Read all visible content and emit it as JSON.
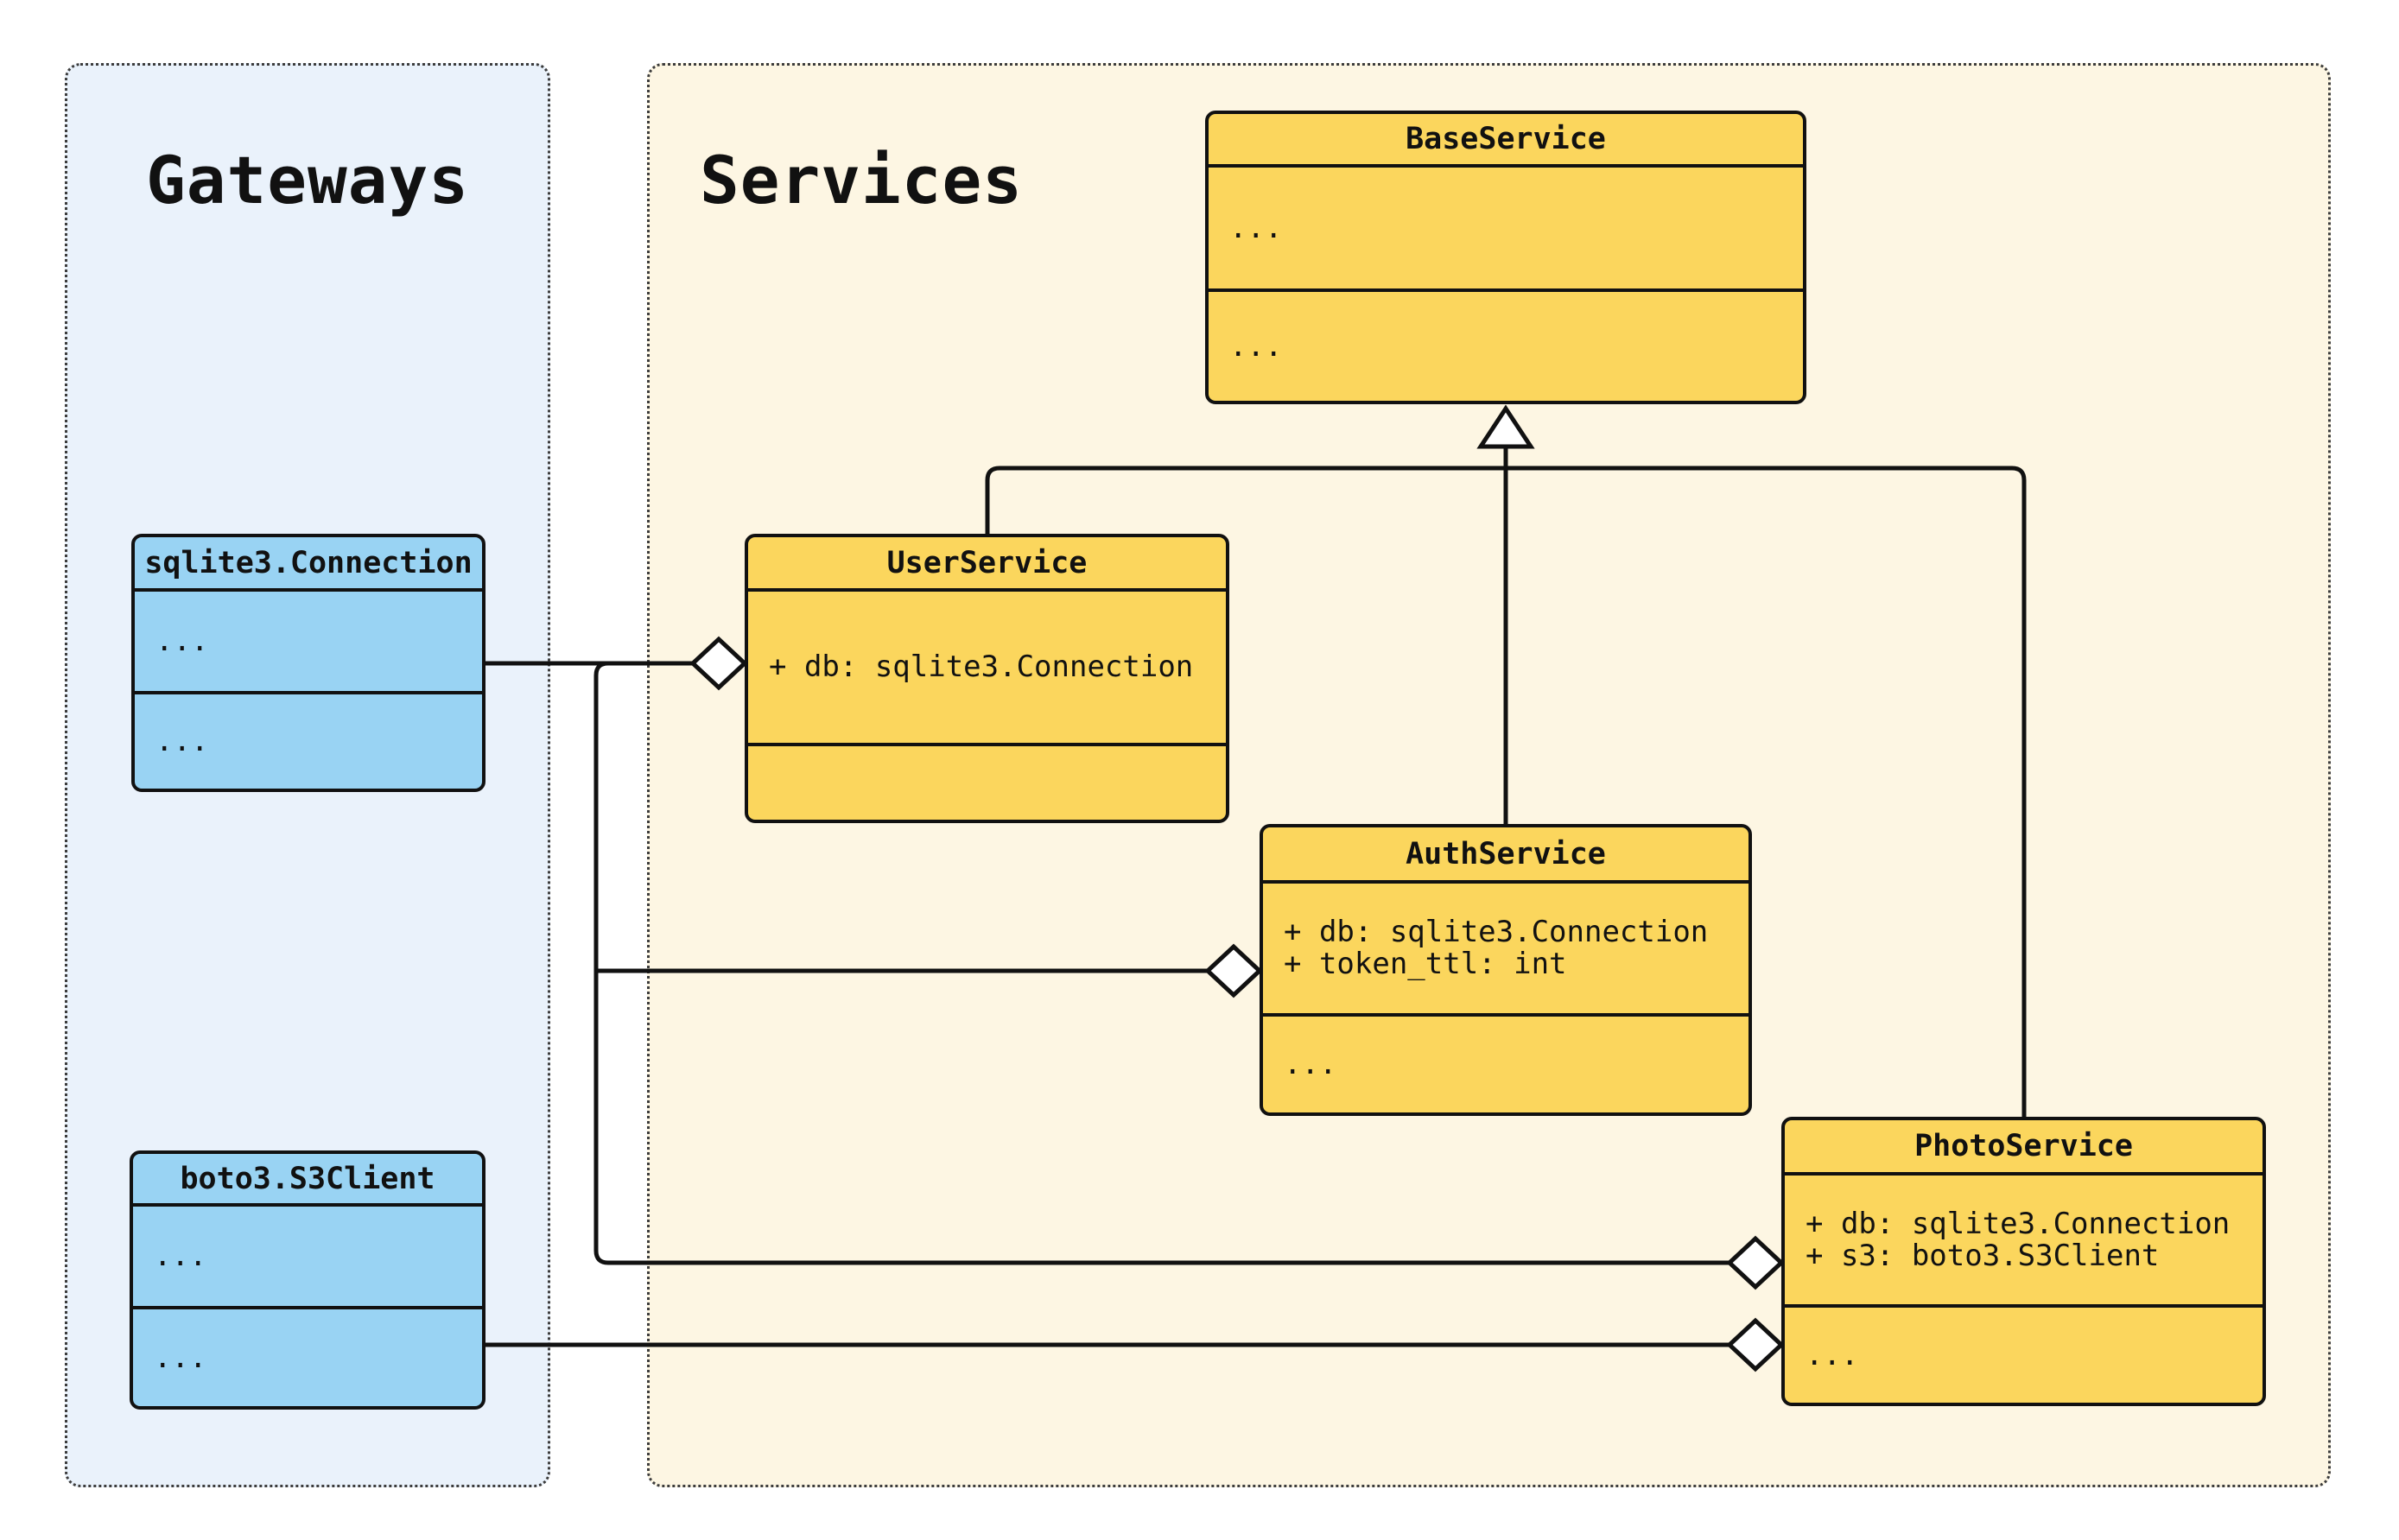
{
  "diagram_type": "uml-class-diagram",
  "colors": {
    "page_background": "#ffffff",
    "gateways_group_fill": "#eaf2fb",
    "services_group_fill": "#fdf6e3",
    "gateway_class_fill": "#99d3f3",
    "service_class_fill": "#fbd65d",
    "line_color": "#111111"
  },
  "groups": [
    {
      "id": "gateways",
      "label": "Gateways"
    },
    {
      "id": "services",
      "label": "Services"
    }
  ],
  "classes": [
    {
      "id": "sqlite3-connection",
      "group": "gateways",
      "name": "sqlite3.Connection",
      "attributes": [
        "..."
      ],
      "methods": [
        "..."
      ]
    },
    {
      "id": "boto3-s3client",
      "group": "gateways",
      "name": "boto3.S3Client",
      "attributes": [
        "..."
      ],
      "methods": [
        "..."
      ]
    },
    {
      "id": "base-service",
      "group": "services",
      "name": "BaseService",
      "attributes": [
        "..."
      ],
      "methods": [
        "..."
      ]
    },
    {
      "id": "user-service",
      "group": "services",
      "name": "UserService",
      "attributes": [
        "+ db: sqlite3.Connection"
      ],
      "methods": []
    },
    {
      "id": "auth-service",
      "group": "services",
      "name": "AuthService",
      "attributes": [
        "+ db: sqlite3.Connection",
        "+ token_ttl: int"
      ],
      "methods": [
        "..."
      ]
    },
    {
      "id": "photo-service",
      "group": "services",
      "name": "PhotoService",
      "attributes": [
        "+ db: sqlite3.Connection",
        "+ s3: boto3.S3Client"
      ],
      "methods": [
        "..."
      ]
    }
  ],
  "relationships": [
    {
      "type": "inheritance",
      "from": "UserService",
      "to": "BaseService"
    },
    {
      "type": "inheritance",
      "from": "AuthService",
      "to": "BaseService"
    },
    {
      "type": "inheritance",
      "from": "PhotoService",
      "to": "BaseService"
    },
    {
      "type": "aggregation",
      "from": "sqlite3.Connection",
      "to": "UserService"
    },
    {
      "type": "aggregation",
      "from": "sqlite3.Connection",
      "to": "AuthService"
    },
    {
      "type": "aggregation",
      "from": "sqlite3.Connection",
      "to": "PhotoService"
    },
    {
      "type": "aggregation",
      "from": "boto3.S3Client",
      "to": "PhotoService"
    }
  ]
}
